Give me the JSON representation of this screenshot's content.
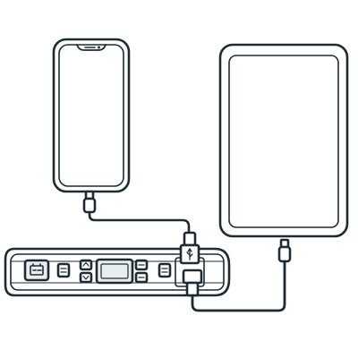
{
  "diagram": {
    "colors": {
      "stroke": "#1d2b33",
      "fill": "#ffffff",
      "shade": "#e9edef"
    },
    "icons": {
      "phone": "smartphone-icon",
      "tablet": "tablet-icon",
      "power_bank": "power-bank-icon",
      "cable_phone": "usb-cable-icon",
      "cable_tablet": "usb-cable-icon",
      "battery_button": "battery-icon",
      "usb_symbol": "usb-symbol-icon",
      "lightning_symbol": "lightning-icon",
      "display": "lcd-display-icon"
    },
    "devices": [
      {
        "id": "phone",
        "kind": "smartphone",
        "connected_to": "power_bank"
      },
      {
        "id": "tablet",
        "kind": "tablet",
        "connected_to": "power_bank"
      }
    ],
    "connections": [
      {
        "from": "phone",
        "to": "power_bank-usb-port-1"
      },
      {
        "from": "tablet",
        "to": "power_bank-usb-port-2"
      }
    ]
  }
}
